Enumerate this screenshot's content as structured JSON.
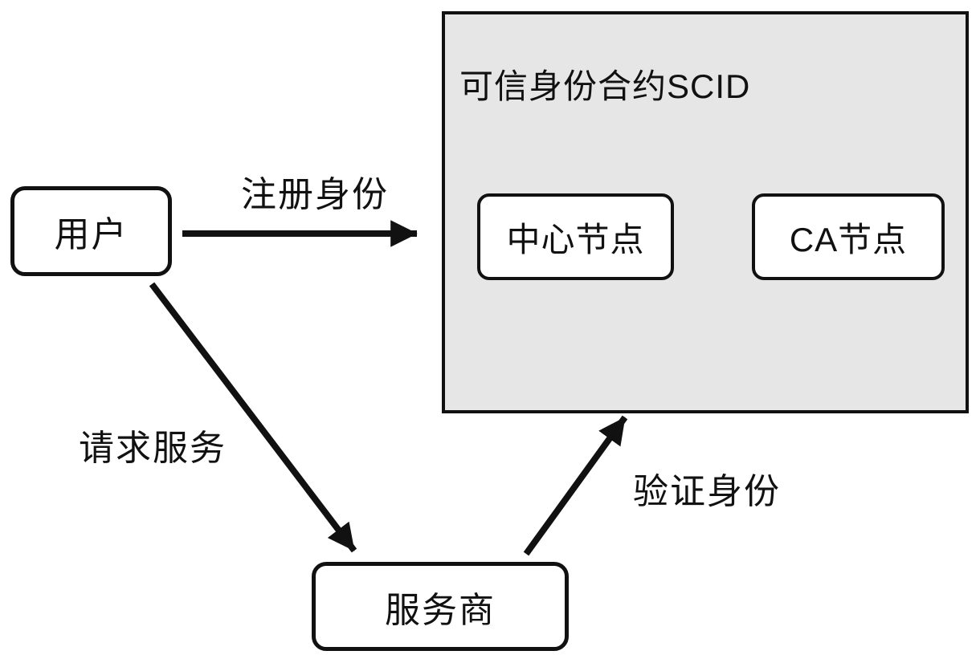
{
  "diagram": {
    "container": {
      "title": "可信身份合约SCID",
      "children": [
        {
          "id": "central-node",
          "label": "中心节点"
        },
        {
          "id": "ca-node",
          "label": "CA节点"
        }
      ]
    },
    "nodes": {
      "user": {
        "label": "用户"
      },
      "service_provider": {
        "label": "服务商"
      }
    },
    "edges": [
      {
        "label": "注册身份",
        "from": "user",
        "to": "scid-container",
        "direction": "right"
      },
      {
        "label": "请求服务",
        "from": "user",
        "to": "service_provider",
        "direction": "down-right"
      },
      {
        "label": "验证身份",
        "from": "service_provider",
        "to": "scid-container",
        "direction": "up-right"
      }
    ],
    "colors": {
      "container_fill": "#e6e6e6",
      "node_fill": "#ffffff",
      "stroke": "#111111",
      "text": "#111111",
      "background": "#ffffff"
    }
  }
}
